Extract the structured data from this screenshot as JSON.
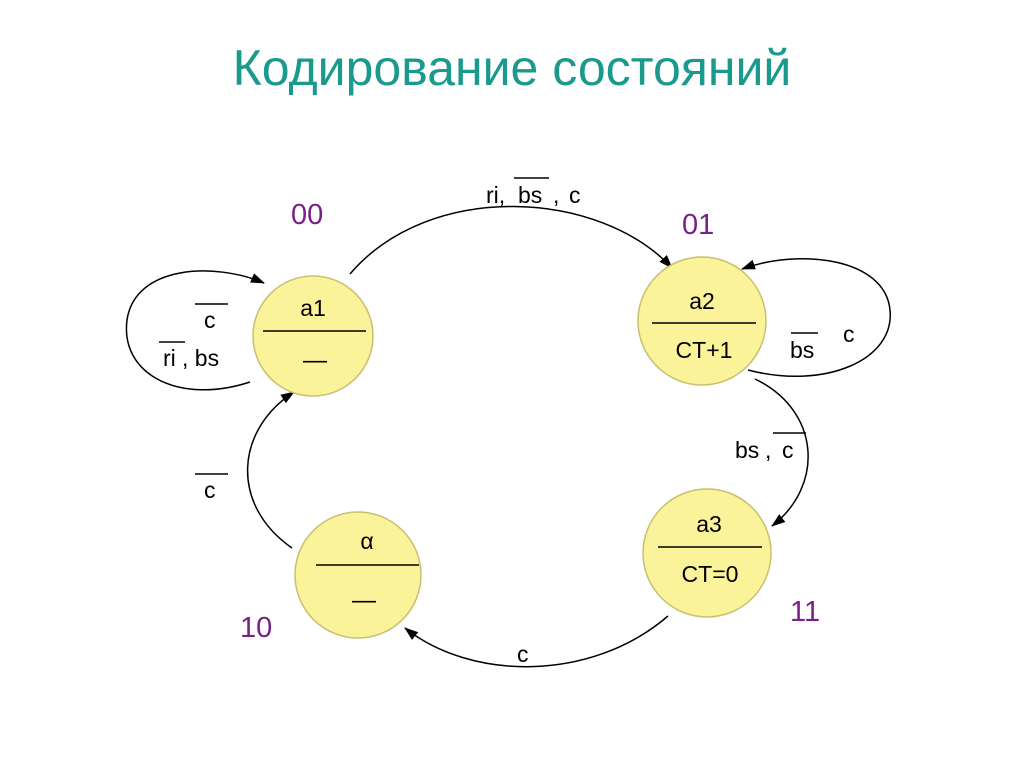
{
  "title": "Кодирование состояний",
  "colors": {
    "title": "#1a9a8c",
    "state_fill": "#fbf39a",
    "state_stroke": "#c8c070",
    "code": "#7a1f8a",
    "line": "#000000"
  },
  "states": {
    "a1": {
      "name": "a1",
      "output": "—",
      "code": "00"
    },
    "a2": {
      "name": "a2",
      "output": "CT+1",
      "code": "01"
    },
    "a3": {
      "name": "a3",
      "output": "CT=0",
      "code": "11"
    },
    "alpha": {
      "name": "α",
      "output": "—",
      "code": "10"
    }
  },
  "transitions": {
    "a1_a2": {
      "ri": "ri,",
      "bs": "bs",
      "comma": ",",
      "c": "c"
    },
    "a1_loop": {
      "c": "c",
      "ri": "ri",
      "rest": ", bs"
    },
    "a2_loop": {
      "bs": "bs",
      "c": "c"
    },
    "a2_a3": {
      "bs": "bs",
      "comma": ",",
      "c": "c"
    },
    "a3_alpha": {
      "c": "c"
    },
    "alpha_a1": {
      "c": "c"
    }
  }
}
